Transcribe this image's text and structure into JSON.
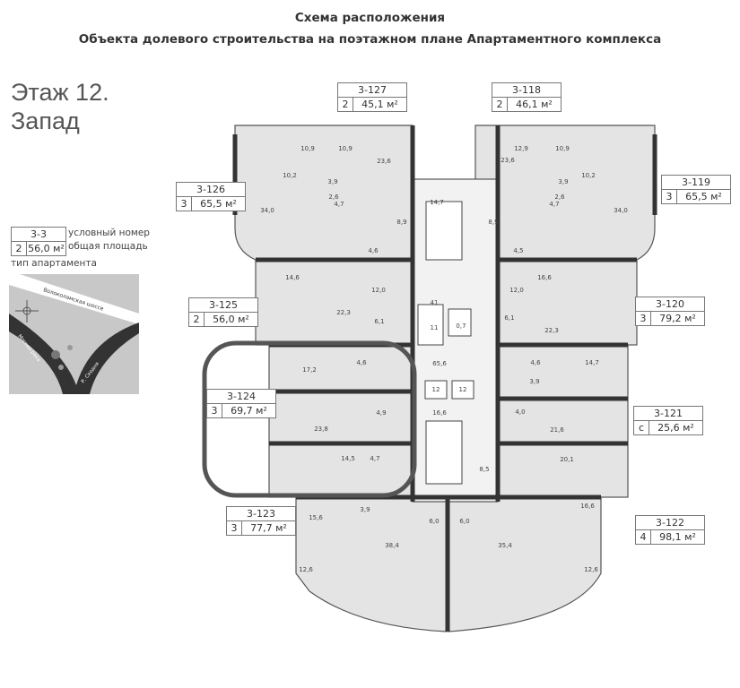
{
  "header": {
    "line1": "Схема расположения",
    "line2": "Объекта долевого строительства  на поэтажном плане Апартаментного  комплекса"
  },
  "floor": {
    "line1": "Этаж 12.",
    "line2": "Запад"
  },
  "legend": {
    "number": "3-3",
    "type": "2",
    "area": "56,0 м²",
    "number_label": "условный номер",
    "area_label": "общая площадь",
    "type_label": "тип апартамента"
  },
  "map": {
    "road": "Волоколамская шоссе",
    "river1": "Москва-река",
    "river2": "Р. Сходня",
    "compass": "compass-rose"
  },
  "highlight_color": "#555555",
  "apartments": [
    {
      "id": "3-127",
      "type": "2",
      "area": "45,1 м²"
    },
    {
      "id": "3-118",
      "type": "2",
      "area": "46,1 м²"
    },
    {
      "id": "3-126",
      "type": "3",
      "area": "65,5 м²"
    },
    {
      "id": "3-119",
      "type": "3",
      "area": "65,5 м²"
    },
    {
      "id": "3-125",
      "type": "2",
      "area": "56,0 м²"
    },
    {
      "id": "3-120",
      "type": "3",
      "area": "79,2 м²"
    },
    {
      "id": "3-124",
      "type": "3",
      "area": "69,7 м²"
    },
    {
      "id": "3-121",
      "type": "с",
      "area": "25,6 м²"
    },
    {
      "id": "3-123",
      "type": "3",
      "area": "77,7 м²"
    },
    {
      "id": "3-122",
      "type": "4",
      "area": "98,1 м²"
    }
  ],
  "rooms": [
    "10,9",
    "10,9",
    "23,6",
    "10,2",
    "3,9",
    "2,6",
    "4,7",
    "34,0",
    "8,9",
    "4,6",
    "14,7",
    "12,9",
    "10,9",
    "23,6",
    "10,2",
    "3,9",
    "2,6",
    "4,7",
    "34,0",
    "8,9",
    "4,5",
    "14,6",
    "12,0",
    "22,3",
    "6,1",
    "16,6",
    "12,0",
    "6,1",
    "22,3",
    "14,7",
    "41",
    "11",
    "0,7",
    "65,6",
    "12",
    "12",
    "16,6",
    "17,2",
    "4,6",
    "4,9",
    "23,8",
    "14,5",
    "4,7",
    "4,6",
    "3,9",
    "4,0",
    "21,6",
    "20,1",
    "8,5",
    "15,6",
    "3,9",
    "6,0",
    "6,0",
    "16,6",
    "38,4",
    "35,4",
    "12,6",
    "12,6"
  ]
}
